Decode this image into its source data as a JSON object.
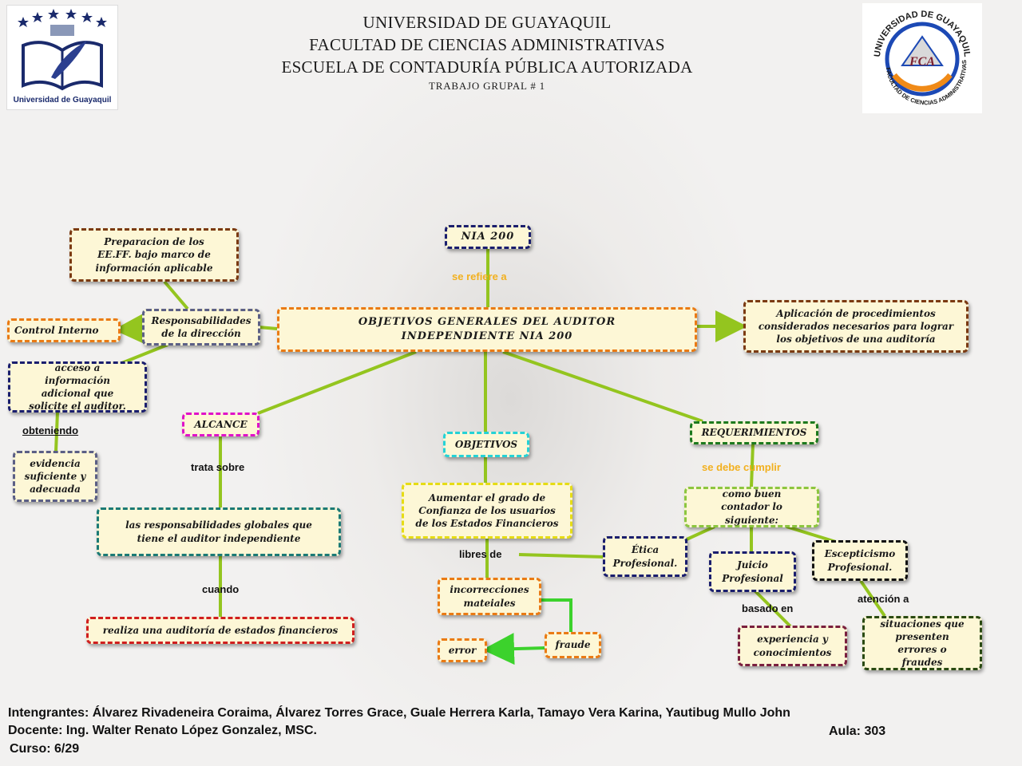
{
  "header": {
    "line1": "UNIVERSIDAD DE GUAYAQUIL",
    "line2": "FACULTAD DE CIENCIAS ADMINISTRATIVAS",
    "line3": "ESCUELA DE CONTADURÍA PÚBLICA AUTORIZADA",
    "line4": "TRABAJO GRUPAL # 1"
  },
  "logos": {
    "left_caption": "Universidad de Guayaquil",
    "right_ring_top": "UNIVERSIDAD DE GUAYAQUIL",
    "right_ring_bottom": "FACULTAD DE CIENCIAS ADMINISTRATIVAS",
    "right_center": "FCA"
  },
  "nodes": {
    "nia": "NIA 200",
    "central": "OBJETIVOS GENERALES DEL AUDITOR INDEPENDIENTE NIA 200",
    "preparacion": "Preparacion de los EE.FF. bajo marco de información aplicable",
    "responsabilidades": "Responsabilidades de la dirección",
    "control": "Control Interno",
    "acceso": "acceso a información adicional que solicite el auditor.",
    "evidencia": "evidencia suficiente y adecuada",
    "alcance": "ALCANCE",
    "globales": "las responsabilidades globales que tiene el auditor independiente",
    "realiza": "realiza una auditoría de estados financieros",
    "objetivos": "OBJETIVOS",
    "aumentar": "Aumentar el grado de Confianza de los usuarios de los Estados Financieros",
    "incorrecciones": "incorrecciones mateiales",
    "fraude": "fraude",
    "error": "error",
    "aplicacion": "Aplicación de procedimientos considerados necesarios para lograr los objetivos de una auditoría",
    "requerimientos": "REQUERIMIENTOS",
    "contador": "como buen contador lo siguiente:",
    "etica": "Ética Profesional.",
    "juicio": "Juicio Profesional",
    "escepticismo": "Escepticismo Profesional.",
    "experiencia": "experiencia y conocimientos",
    "situaciones": "situaciones que presenten errores o fraudes"
  },
  "links": {
    "se_refiere": "se refiere a",
    "obteniendo": "obteniendo",
    "trata_sobre": "trata sobre",
    "cuando": "cuando",
    "libres_de": "libres de",
    "se_debe_cumplir": "se debe cumplir",
    "basado_en": "basado en",
    "atencion_a": "atención a"
  },
  "colors": {
    "edge": "#94c51f",
    "edge_bright": "#3cd22c",
    "orange": "#ea7a14",
    "brown": "#7b3a12",
    "slate": "#5b5f85",
    "navy": "#1a1e6e",
    "magenta": "#e012c8",
    "teal": "#1b7a75",
    "red": "#d01e1e",
    "cyan": "#25d2d6",
    "yellow": "#e6dc14",
    "green_dark": "#1d7a1d",
    "lime": "#8cc63f",
    "black": "#111111",
    "maroon": "#7a1f3e",
    "olive_dark": "#2a4a12"
  },
  "footer": {
    "integrantes": "Intengrantes: Álvarez Rivadeneira Coraima, Álvarez Torres Grace, Guale Herrera Karla, Tamayo Vera Karina, Yautibug Mullo John",
    "docente": "Docente: Ing. Walter Renato López Gonzalez, MSC.",
    "aula": "Aula: 303",
    "curso": "Curso: 6/29"
  }
}
